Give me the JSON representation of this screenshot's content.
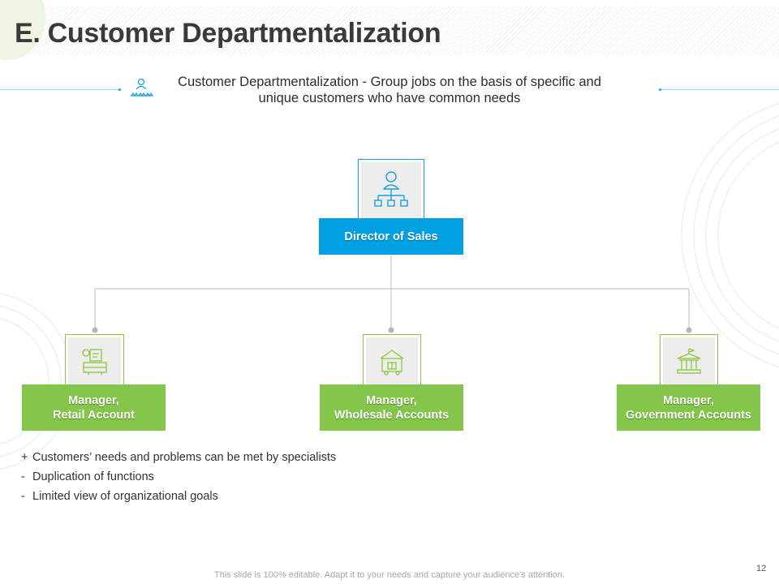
{
  "slide": {
    "title": "E. Customer Departmentalization",
    "description_line1": "Customer Departmentalization - Group jobs on the basis of specific and",
    "description_line2": "unique customers who have common needs",
    "page_number": "12",
    "footer": "This slide is 100% editable. Adapt it to your needs and capture your audience's attention."
  },
  "org_chart": {
    "root": {
      "label": "Director of Sales",
      "icon": "org-hierarchy-icon"
    },
    "children": [
      {
        "label_line1": "Manager,",
        "label_line2": "Retail Account",
        "icon": "retail-register-icon"
      },
      {
        "label_line1": "Manager,",
        "label_line2": "Wholesale Accounts",
        "icon": "warehouse-truck-icon"
      },
      {
        "label_line1": "Manager,",
        "label_line2": "Government Accounts",
        "icon": "government-building-icon"
      }
    ]
  },
  "points": [
    {
      "mark": "+",
      "text": "Customers’ needs and problems can be met by specialists"
    },
    {
      "mark": "-",
      "text": "Duplication of functions"
    },
    {
      "mark": "-",
      "text": "Limited view of organizational goals"
    }
  ],
  "colors": {
    "blue": "#00a0e3",
    "green": "#84c64a",
    "connector": "#bdbdbd"
  }
}
